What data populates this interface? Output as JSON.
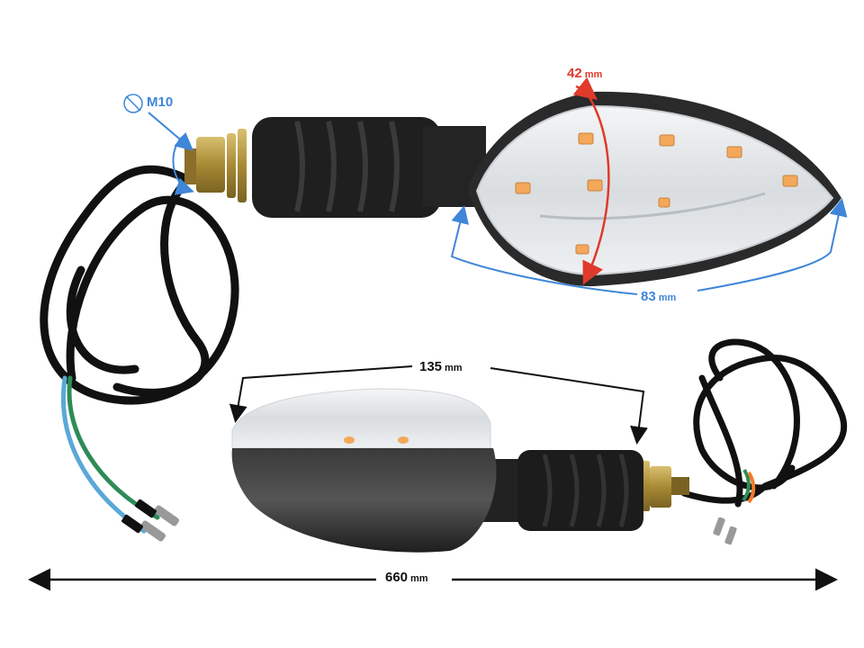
{
  "product": {
    "description": "Motorcycle LED turn signal indicators (pair) with dimension annotations",
    "views": [
      "top-front view (LED lens visible)",
      "side view (lens up, black housing)"
    ]
  },
  "dimensions": {
    "thread": {
      "symbol": "⌀",
      "value": "M10",
      "color": "#3f86d8"
    },
    "lens_height": {
      "value": "42",
      "unit": "mm",
      "color": "#e03a2a"
    },
    "lens_length": {
      "value": "83",
      "unit": "mm",
      "color": "#3f86d8"
    },
    "body_length": {
      "value": "135",
      "unit": "mm",
      "color": "#111111"
    },
    "total_length": {
      "value": "660",
      "unit": "mm",
      "color": "#111111"
    }
  },
  "colors": {
    "housing": "#2a2a2a",
    "lens": "#e9ecef",
    "led_amber": "#f3a85a",
    "nut_brass": "#b59a45",
    "wire_black": "#111111",
    "wire_blue": "#5aa8d8",
    "wire_green": "#2e8b57",
    "wire_orange": "#f07a2a",
    "annotation_blue": "#3f86d8",
    "annotation_red": "#e03a2a"
  }
}
